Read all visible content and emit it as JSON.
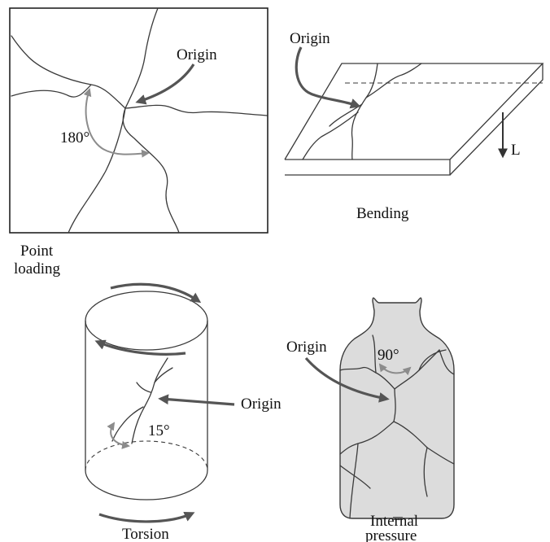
{
  "panels": {
    "point_loading": {
      "label_line1": "Point",
      "label_line2": "loading",
      "origin_label": "Origin",
      "angle_label": "180°"
    },
    "bending": {
      "label": "Bending",
      "origin_label": "Origin",
      "load_label": "L"
    },
    "torsion": {
      "label": "Torsion",
      "origin_label": "Origin",
      "angle_label": "15°"
    },
    "internal_pressure": {
      "label_line1": "Internal",
      "label_line2": "pressure",
      "origin_label": "Origin",
      "angle_label": "90°"
    }
  }
}
